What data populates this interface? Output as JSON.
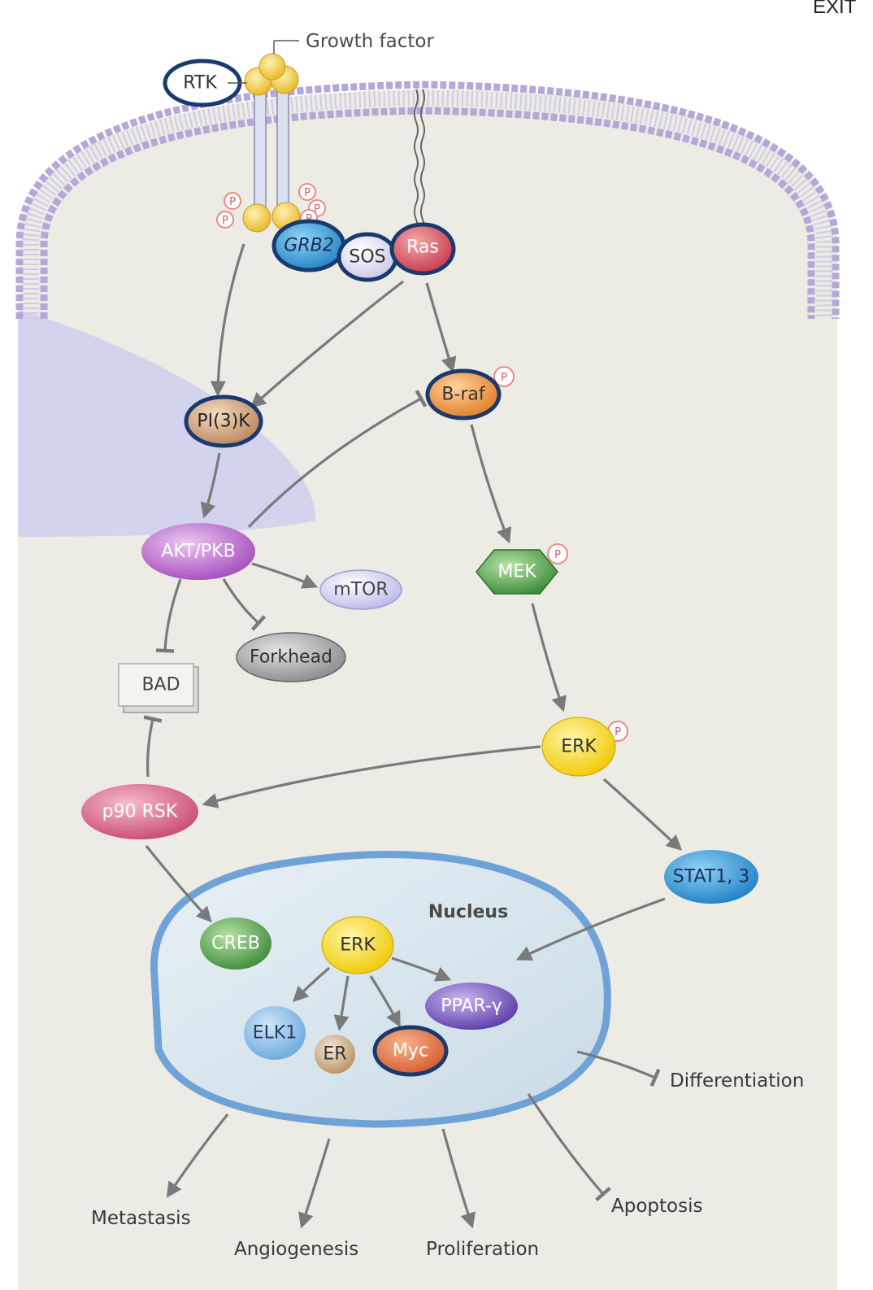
{
  "corner_label": "EXIT",
  "labels": {
    "growth_factor": "Growth factor",
    "rtk": "RTK",
    "nucleus": "Nucleus",
    "phospho": "P"
  },
  "nodes": {
    "grb2": "GRB2",
    "sos": "SOS",
    "ras": "Ras",
    "pi3k": "PI(3)K",
    "braf": "B-raf",
    "akt": "AKT/PKB",
    "mtor": "mTOR",
    "forkhead": "Forkhead",
    "bad": "BAD",
    "mek": "MEK",
    "erk": "ERK",
    "p90rsk": "p90 RSK",
    "stat": "STAT1, 3",
    "creb": "CREB",
    "erk_nuc": "ERK",
    "pparg": "PPAR-γ",
    "elk1": "ELK1",
    "er": "ER",
    "myc": "Myc"
  },
  "outcomes": {
    "differentiation": "Differentiation",
    "metastasis": "Metastasis",
    "angiogenesis": "Angiogenesis",
    "proliferation": "Proliferation",
    "apoptosis": "Apoptosis"
  },
  "colors": {
    "cytoplasm": "#ecebe4",
    "membrane_head": "#b7a9d6",
    "endo_region": "#cfcff0",
    "nucleus_fill": "#dde8ee",
    "nucleus_border": "#6fa3d8",
    "outline": "#1a3a6e",
    "arrow": "#7a7a7a"
  }
}
